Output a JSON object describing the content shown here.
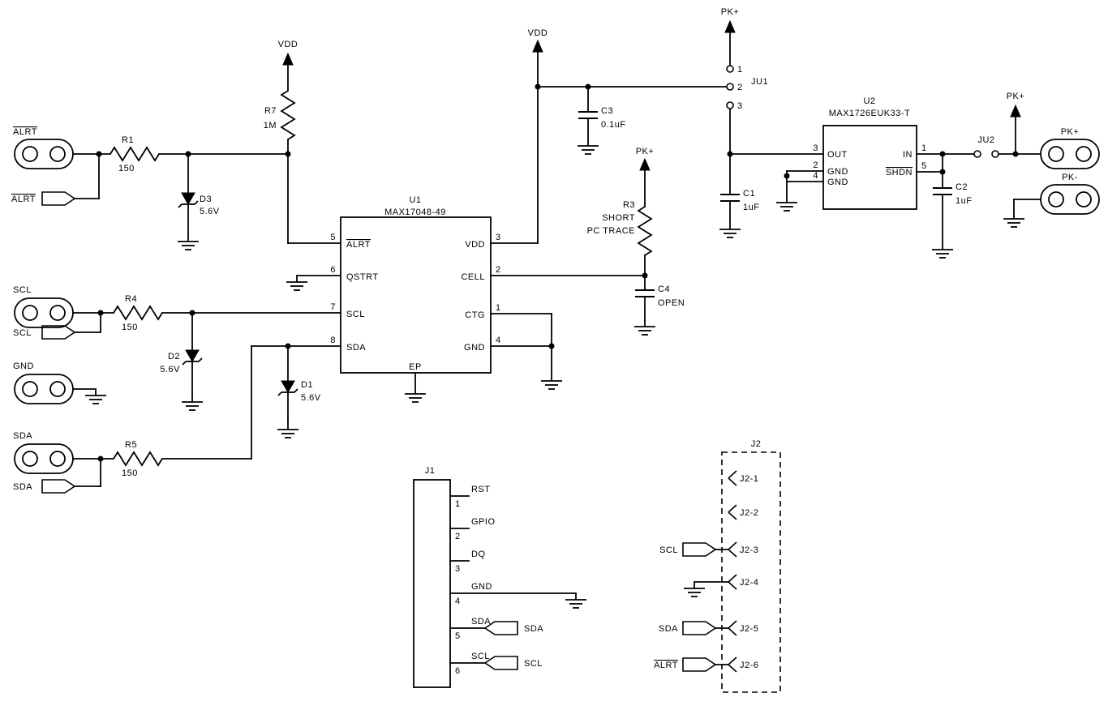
{
  "power": {
    "vdd": "VDD",
    "pk_plus": "PK+"
  },
  "pads": {
    "alrt": "ALRT",
    "scl": "SCL",
    "gnd": "GND",
    "sda": "SDA",
    "pk_plus": "PK+",
    "pk_minus": "PK-"
  },
  "tags": {
    "alrt": "ALRT",
    "scl": "SCL",
    "sda": "SDA"
  },
  "resistors": {
    "r1": {
      "ref": "R1",
      "value": "150"
    },
    "r4": {
      "ref": "R4",
      "value": "150"
    },
    "r5": {
      "ref": "R5",
      "value": "150"
    },
    "r7": {
      "ref": "R7",
      "value": "1M"
    },
    "r3": {
      "ref": "R3",
      "value_line1": "SHORT",
      "value_line2": "PC TRACE"
    }
  },
  "diodes": {
    "d1": {
      "ref": "D1",
      "value": "5.6V"
    },
    "d2": {
      "ref": "D2",
      "value": "5.6V"
    },
    "d3": {
      "ref": "D3",
      "value": "5.6V"
    }
  },
  "capacitors": {
    "c1": {
      "ref": "C1",
      "value": "1uF"
    },
    "c2": {
      "ref": "C2",
      "value": "1uF"
    },
    "c3": {
      "ref": "C3",
      "value": "0.1uF"
    },
    "c4": {
      "ref": "C4",
      "value": "OPEN"
    }
  },
  "u1": {
    "ref": "U1",
    "part": "MAX17048-49",
    "pad": "EP",
    "pins_left": [
      {
        "num": "5",
        "name": "ALRT"
      },
      {
        "num": "6",
        "name": "QSTRT"
      },
      {
        "num": "7",
        "name": "SCL"
      },
      {
        "num": "8",
        "name": "SDA"
      }
    ],
    "pins_right": [
      {
        "num": "3",
        "name": "VDD"
      },
      {
        "num": "2",
        "name": "CELL"
      },
      {
        "num": "1",
        "name": "CTG"
      },
      {
        "num": "4",
        "name": "GND"
      }
    ]
  },
  "u2": {
    "ref": "U2",
    "part": "MAX1726EUK33-T",
    "pins_left": [
      {
        "num": "3",
        "name": "OUT"
      },
      {
        "num": "2",
        "name": "GND"
      },
      {
        "num": "4",
        "name": "GND"
      }
    ],
    "pins_right": [
      {
        "num": "1",
        "name": "IN"
      },
      {
        "num": "5",
        "name": "SHDN"
      }
    ]
  },
  "jumpers": {
    "ju1": {
      "ref": "JU1",
      "pin1": "1",
      "pin2": "2",
      "pin3": "3"
    },
    "ju2": {
      "ref": "JU2"
    }
  },
  "j1": {
    "ref": "J1",
    "pins": [
      {
        "num": "1",
        "name": "RST"
      },
      {
        "num": "2",
        "name": "GPIO"
      },
      {
        "num": "3",
        "name": "DQ"
      },
      {
        "num": "4",
        "name": "GND"
      },
      {
        "num": "5",
        "name": "SDA"
      },
      {
        "num": "6",
        "name": "SCL"
      }
    ],
    "tag_sda": "SDA",
    "tag_scl": "SCL"
  },
  "j2": {
    "ref": "J2",
    "pins": [
      "J2-1",
      "J2-2",
      "J2-3",
      "J2-4",
      "J2-5",
      "J2-6"
    ],
    "tag_scl": "SCL",
    "tag_sda": "SDA",
    "tag_alrt": "ALRT"
  }
}
